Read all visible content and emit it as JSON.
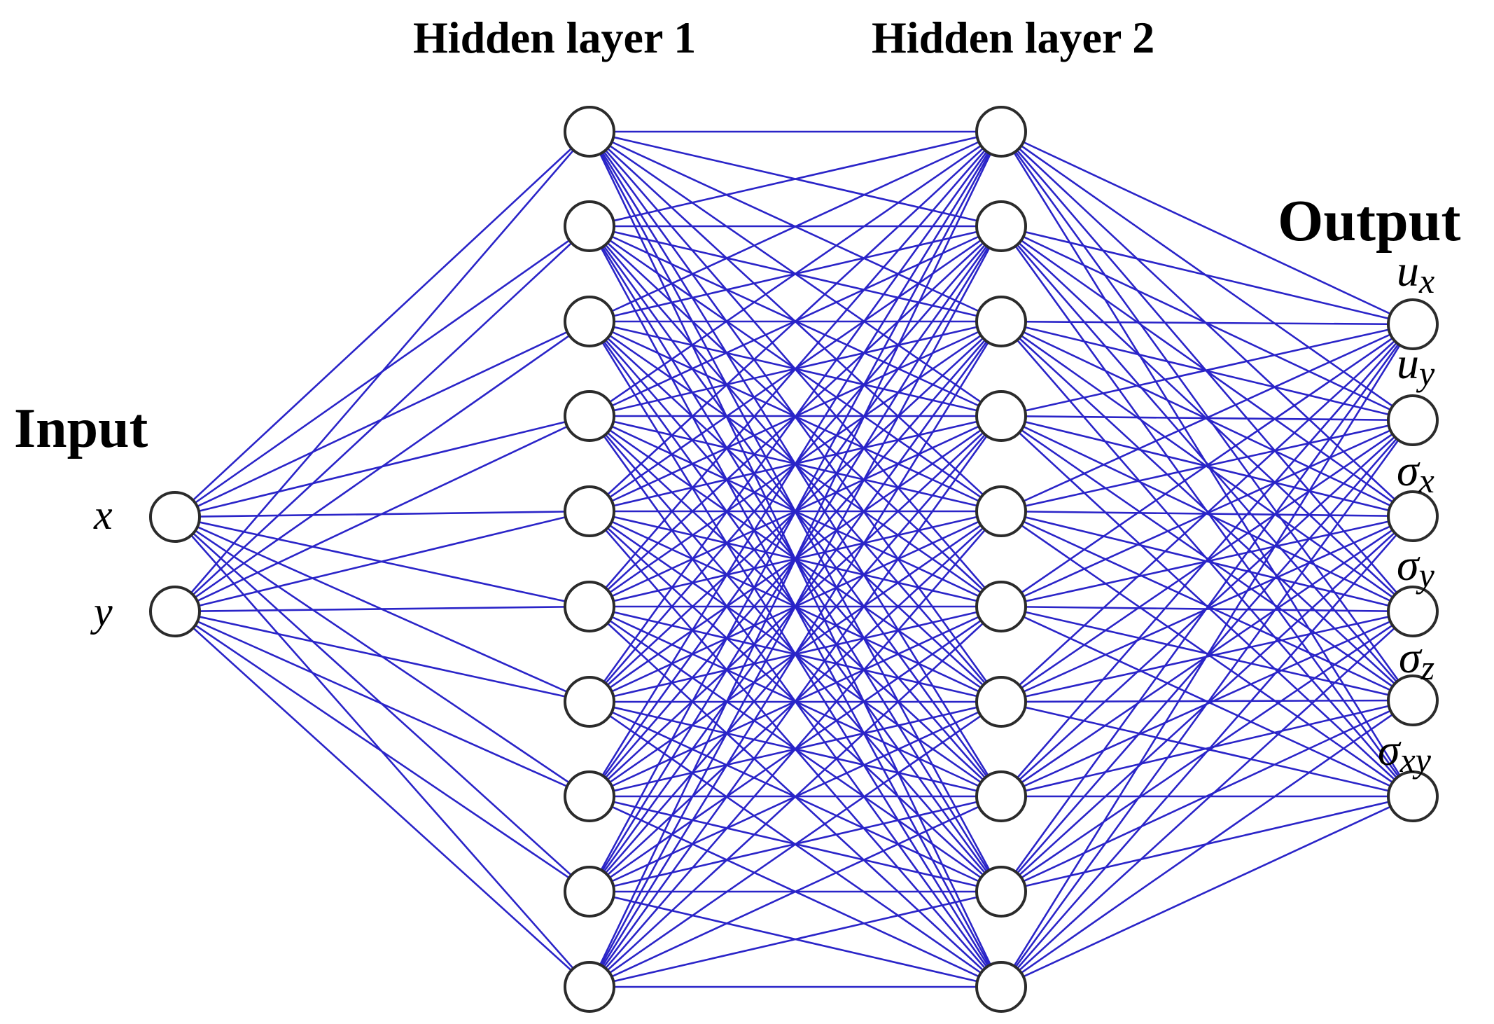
{
  "diagram": {
    "type": "neural-network",
    "layers": [
      {
        "id": "input",
        "title": "Input",
        "node_count": 2,
        "node_labels": [
          {
            "main": "x",
            "sub": ""
          },
          {
            "main": "y",
            "sub": ""
          }
        ]
      },
      {
        "id": "hidden1",
        "title": "Hidden layer 1",
        "node_count": 10,
        "node_labels": []
      },
      {
        "id": "hidden2",
        "title": "Hidden layer 2",
        "node_count": 10,
        "node_labels": []
      },
      {
        "id": "output",
        "title": "Output",
        "node_count": 6,
        "node_labels": [
          {
            "main": "u",
            "sub": "x"
          },
          {
            "main": "u",
            "sub": "y"
          },
          {
            "main": "σ",
            "sub": "x"
          },
          {
            "main": "σ",
            "sub": "y"
          },
          {
            "main": "σ",
            "sub": "z"
          },
          {
            "main": "σ",
            "sub": "xy"
          }
        ]
      }
    ],
    "connectivity": "fully-connected",
    "colors": {
      "edge": "#2a24c8",
      "node_fill": "#ffffff",
      "node_stroke": "#2b2b2b",
      "text": "#000000"
    }
  }
}
